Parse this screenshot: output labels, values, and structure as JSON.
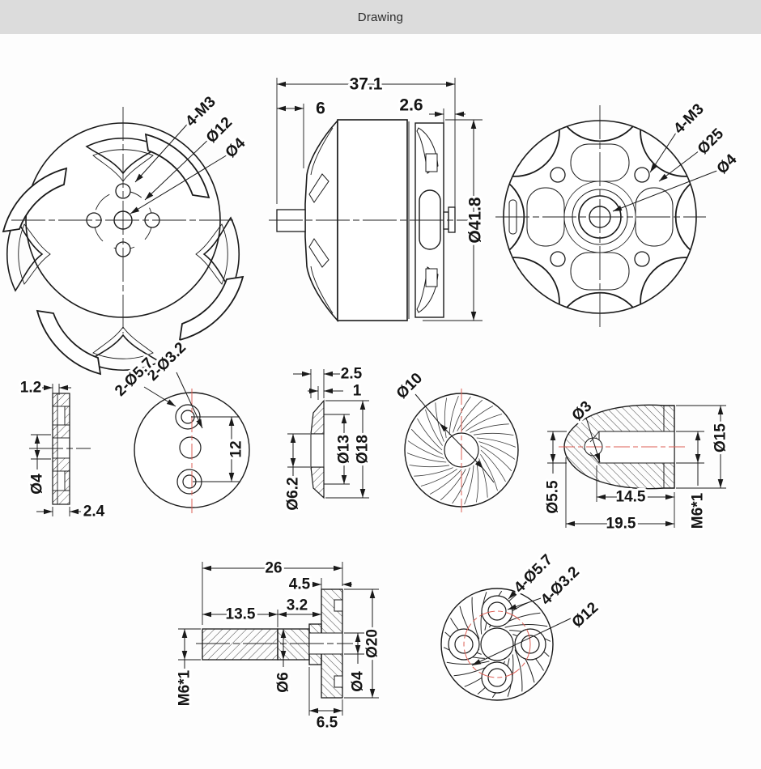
{
  "header": {
    "title": "Drawing"
  },
  "views": {
    "front": {
      "bolts": "4-M3",
      "bolt_circle": "Ø12",
      "shaft_hole": "Ø4"
    },
    "side": {
      "overall_len": "37.1",
      "front_len": "6",
      "rear_len": "2.6",
      "outer_dia": "Ø41.8"
    },
    "back": {
      "bolts": "4-M3",
      "bolt_circle": "Ø25",
      "shaft_hole": "Ø4"
    },
    "washer": {
      "lip": "1.2",
      "bore": "Ø4",
      "thickness": "2.4"
    },
    "plate": {
      "small_holes": "2-Ø3.2",
      "large_holes": "2-Ø5.7",
      "hole_spacing": "12"
    },
    "cone": {
      "outer_w": "2.5",
      "lip_w": "1",
      "mid_dia": "Ø13",
      "outer_dia": "Ø18",
      "bore": "Ø6.2"
    },
    "disc": {
      "bore": "Ø10"
    },
    "nut": {
      "tip_hole": "Ø3",
      "tip_dia": "Ø5.5",
      "bore_depth": "14.5",
      "length": "19.5",
      "thread": "M6*1",
      "outer_dia": "Ø15"
    },
    "shaft": {
      "length": "26",
      "flange_w": "4.5",
      "step_w": "3.2",
      "thread_len": "13.5",
      "thread": "M6*1",
      "shaft_dia": "Ø6",
      "flange_dia": "Ø20",
      "bore": "Ø4",
      "hub_w": "6.5"
    },
    "adapter": {
      "large_holes": "4-Ø5.7",
      "small_holes": "4-Ø3.2",
      "bolt_circle": "Ø12"
    }
  },
  "colors": {
    "line": "#1a1a1a",
    "accent_centerline": "#dd5f55",
    "header_bg": "#dcdcdc"
  }
}
